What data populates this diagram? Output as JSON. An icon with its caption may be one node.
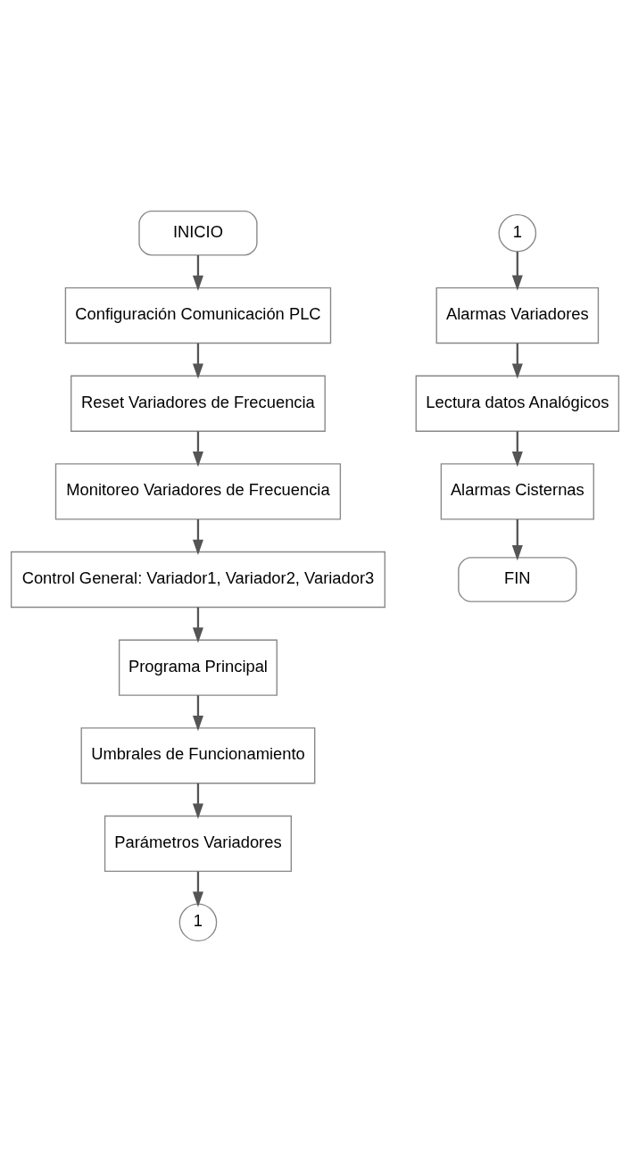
{
  "diagram": {
    "nodes": [
      {
        "text": [
          "INICIO"
        ]
      },
      {
        "text": [
          "Configuración Comunicación PLC"
        ]
      },
      {
        "text": [
          "Reset Variadores de Frecuencia"
        ]
      },
      {
        "text": [
          "Monitoreo Variadores de Frecuencia"
        ]
      },
      {
        "text": [
          "Control General: Variador1, Variador2, Variador3"
        ]
      },
      {
        "text": [
          "Programa Principal"
        ]
      },
      {
        "text": [
          "Umbrales de Funcionamiento"
        ]
      },
      {
        "text": [
          "Parámetros Variadores"
        ]
      },
      {
        "text": [
          "1"
        ]
      },
      {
        "text": [
          "1"
        ]
      },
      {
        "text": [
          "Alarmas Variadores"
        ]
      },
      {
        "text": [
          "Lectura datos Analógicos"
        ]
      },
      {
        "text": [
          "Alarmas Cisternas"
        ]
      },
      {
        "text": [
          "FIN"
        ]
      }
    ],
    "edges": [
      {
        "from": 0,
        "to": 1,
        "arrow": "to"
      },
      {
        "from": 1,
        "to": 2,
        "arrow": "to"
      },
      {
        "from": 2,
        "to": 3,
        "arrow": "to"
      },
      {
        "from": 3,
        "to": 4,
        "arrow": "to"
      },
      {
        "from": 4,
        "to": 5,
        "arrow": "to"
      },
      {
        "from": 5,
        "to": 6,
        "arrow": "to"
      },
      {
        "from": 6,
        "to": 7,
        "arrow": "to"
      },
      {
        "from": 7,
        "to": 8,
        "arrow": "to"
      },
      {
        "from": 9,
        "to": 10,
        "arrow": "to"
      },
      {
        "from": 10,
        "to": 11,
        "arrow": "to"
      },
      {
        "from": 11,
        "to": 12,
        "arrow": "to"
      },
      {
        "from": 12,
        "to": 13,
        "arrow": "to"
      }
    ]
  }
}
